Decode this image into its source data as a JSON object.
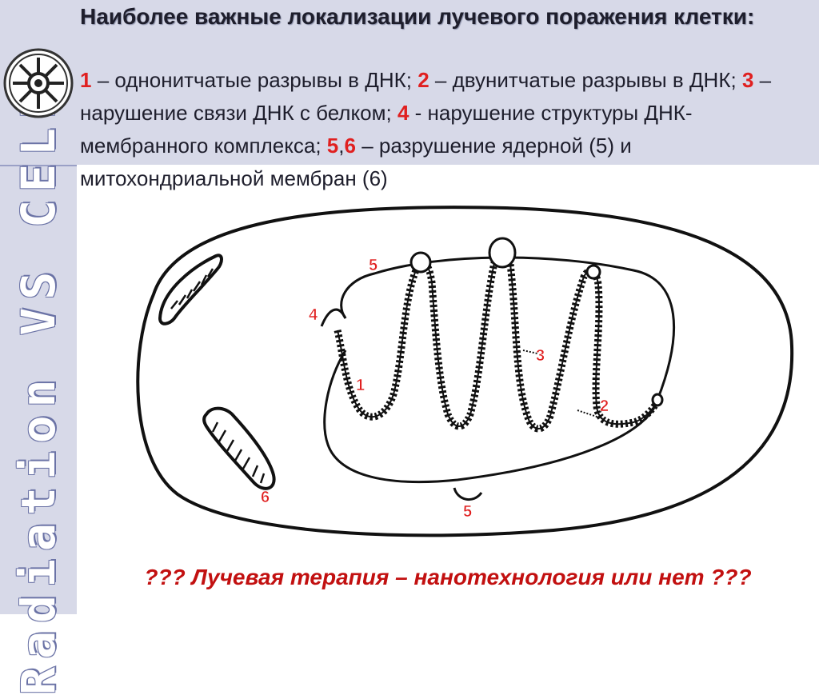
{
  "slide": {
    "title": "Наиболее важные локализации лучевого поражения клетки:",
    "side_title": "Radiation VS CELL",
    "legend": [
      {
        "num": "1",
        "text": " – однонитчатые разрывы в ДНК; "
      },
      {
        "num": "2",
        "text": " – двунитчатые разрывы в ДНК;  "
      },
      {
        "num": "3",
        "text": " – нарушение связи ДНК с белком; "
      },
      {
        "num": "4",
        "text": " - нарушение структуры ДНК-мембранного комплекса; "
      }
    ],
    "legend_last": {
      "num_a": "5",
      "sep": ",",
      "num_b": "6",
      "text": " – разрушение ядерной (5) и митохондриальной мембран (6)"
    },
    "bottom_caption": "??? Лучевая терапия – нанотехнология или нет ???"
  },
  "diagram": {
    "labels": [
      {
        "id": "5a",
        "text": "5"
      },
      {
        "id": "4",
        "text": "4"
      },
      {
        "id": "1",
        "text": "1"
      },
      {
        "id": "3",
        "text": "3"
      },
      {
        "id": "2",
        "text": "2"
      },
      {
        "id": "6",
        "text": "6"
      },
      {
        "id": "5b",
        "text": "5"
      }
    ]
  },
  "colors": {
    "accent": "#e02020",
    "band": "#d7d9e8",
    "caption": "#c21010"
  }
}
